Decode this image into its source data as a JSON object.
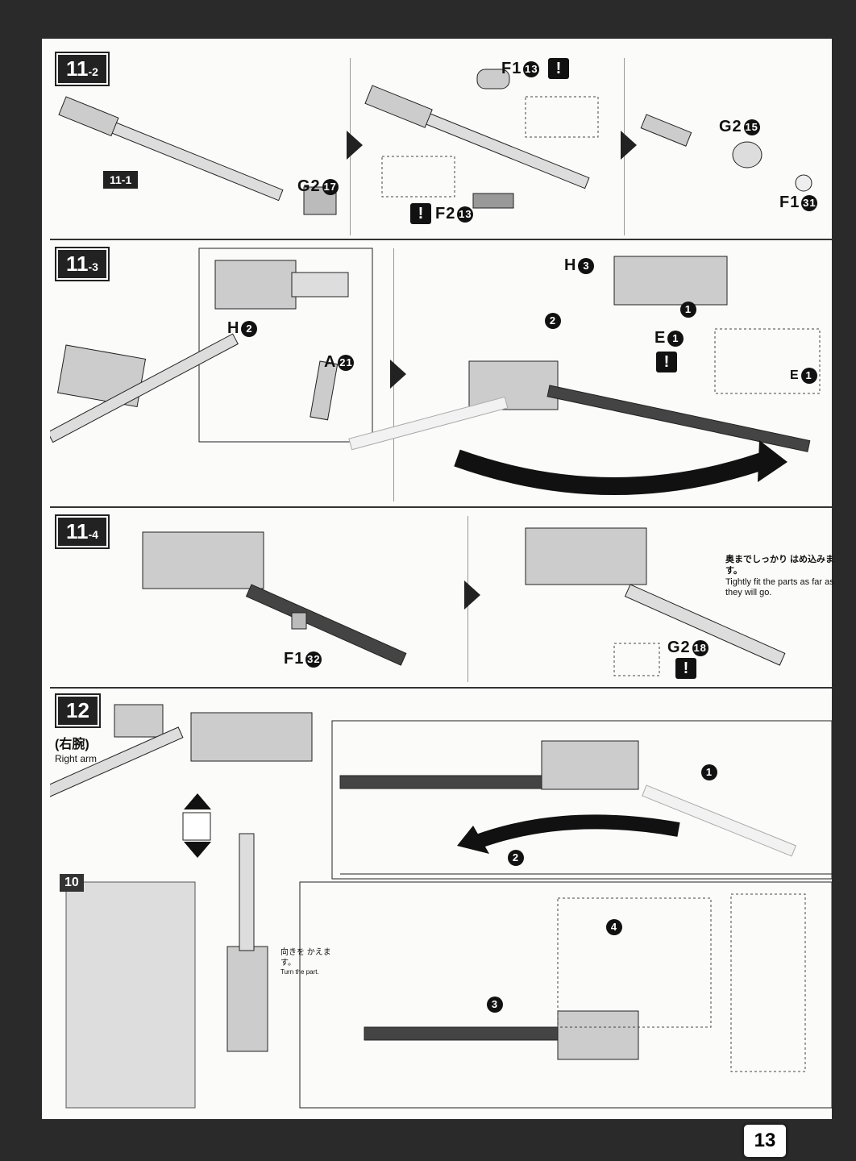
{
  "page_number": "13",
  "steps": {
    "s11_2": {
      "main": "11",
      "sub": "-2"
    },
    "s11_3": {
      "main": "11",
      "sub": "-3"
    },
    "s11_4": {
      "main": "11",
      "sub": "-4"
    },
    "s12": {
      "main": "12"
    }
  },
  "parts": {
    "g2_17": {
      "code": "G2",
      "num": "17"
    },
    "f1_13": {
      "code": "F1",
      "num": "13"
    },
    "f2_13": {
      "code": "F2",
      "num": "13"
    },
    "g2_15": {
      "code": "G2",
      "num": "15"
    },
    "f1_31": {
      "code": "F1",
      "num": "31"
    },
    "h2": {
      "code": "H",
      "num": "2"
    },
    "a21": {
      "code": "A",
      "num": "21"
    },
    "h3": {
      "code": "H",
      "num": "3"
    },
    "e1": {
      "code": "E",
      "num": "1"
    },
    "e1b": {
      "code": "E",
      "num": "1"
    },
    "f1_32": {
      "code": "F1",
      "num": "32"
    },
    "g2_18": {
      "code": "G2",
      "num": "18"
    },
    "ref_10": "10",
    "ref_11_1": "11-1"
  },
  "notes": {
    "fit_jp": "奥までしっかり はめ込みます。",
    "fit_en": "Tightly fit the parts as far as they will go.",
    "right_arm_jp": "(右腕)",
    "right_arm_en": "Right arm",
    "turn_jp": "向きを かえます。",
    "turn_en": "Turn the part."
  },
  "warn_symbol": "!",
  "order": {
    "one": "1",
    "two": "2",
    "three": "3",
    "four": "4"
  }
}
